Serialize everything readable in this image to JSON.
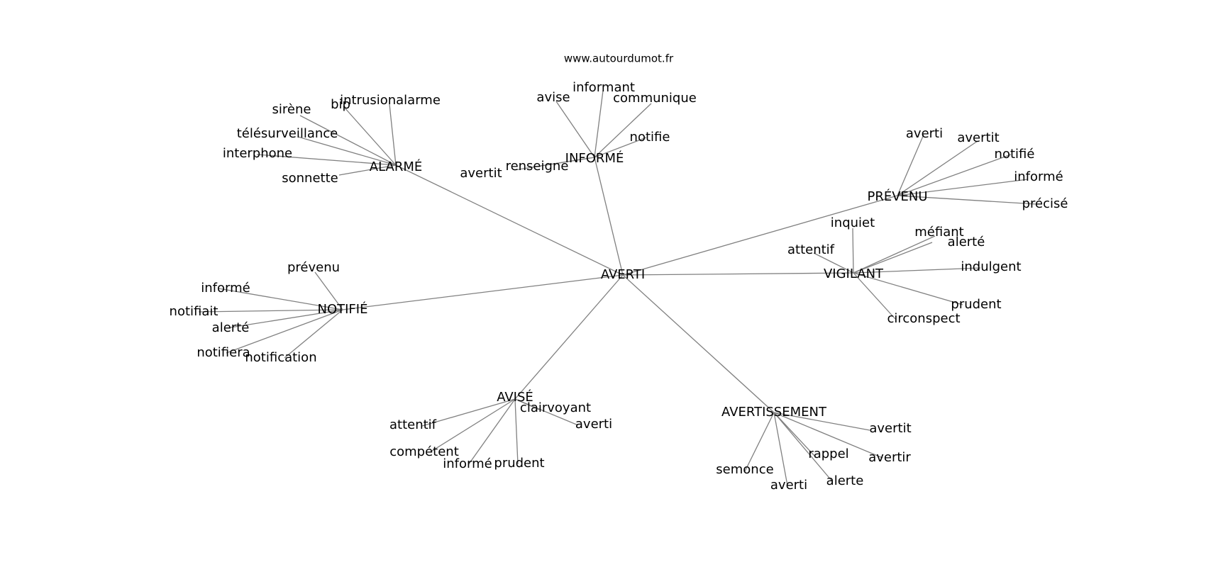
{
  "source": "www.autourdumot.fr",
  "colors": {
    "edge": "#808080",
    "text": "#000000",
    "background": "#ffffff"
  },
  "graph": {
    "root": "AVERTI",
    "hubs": [
      {
        "label": "ALARMÉ",
        "leaves": [
          "sirène",
          "bip",
          "intrusionalarme",
          "télésurveillance",
          "interphone",
          "sonnette"
        ]
      },
      {
        "label": "INFORMÉ",
        "leaves": [
          "avise",
          "informant",
          "communique",
          "notifie",
          "renseigne",
          "avertit"
        ]
      },
      {
        "label": "PRÉVENU",
        "leaves": [
          "averti",
          "avertit",
          "notifié",
          "informé",
          "précisé"
        ]
      },
      {
        "label": "VIGILANT",
        "leaves": [
          "inquiet",
          "méfiant",
          "alerté",
          "attentif",
          "indulgent",
          "prudent",
          "circonspect"
        ]
      },
      {
        "label": "NOTIFIÉ",
        "leaves": [
          "prévenu",
          "informé",
          "notifiait",
          "alerté",
          "notifiera",
          "notification"
        ]
      },
      {
        "label": "AVISÉ",
        "leaves": [
          "clairvoyant",
          "averti",
          "attentif",
          "compétent",
          "informé",
          "prudent"
        ]
      },
      {
        "label": "AVERTISSEMENT",
        "leaves": [
          "avertit",
          "avertir",
          "rappel",
          "alerte",
          "semonce",
          "averti"
        ]
      }
    ]
  }
}
